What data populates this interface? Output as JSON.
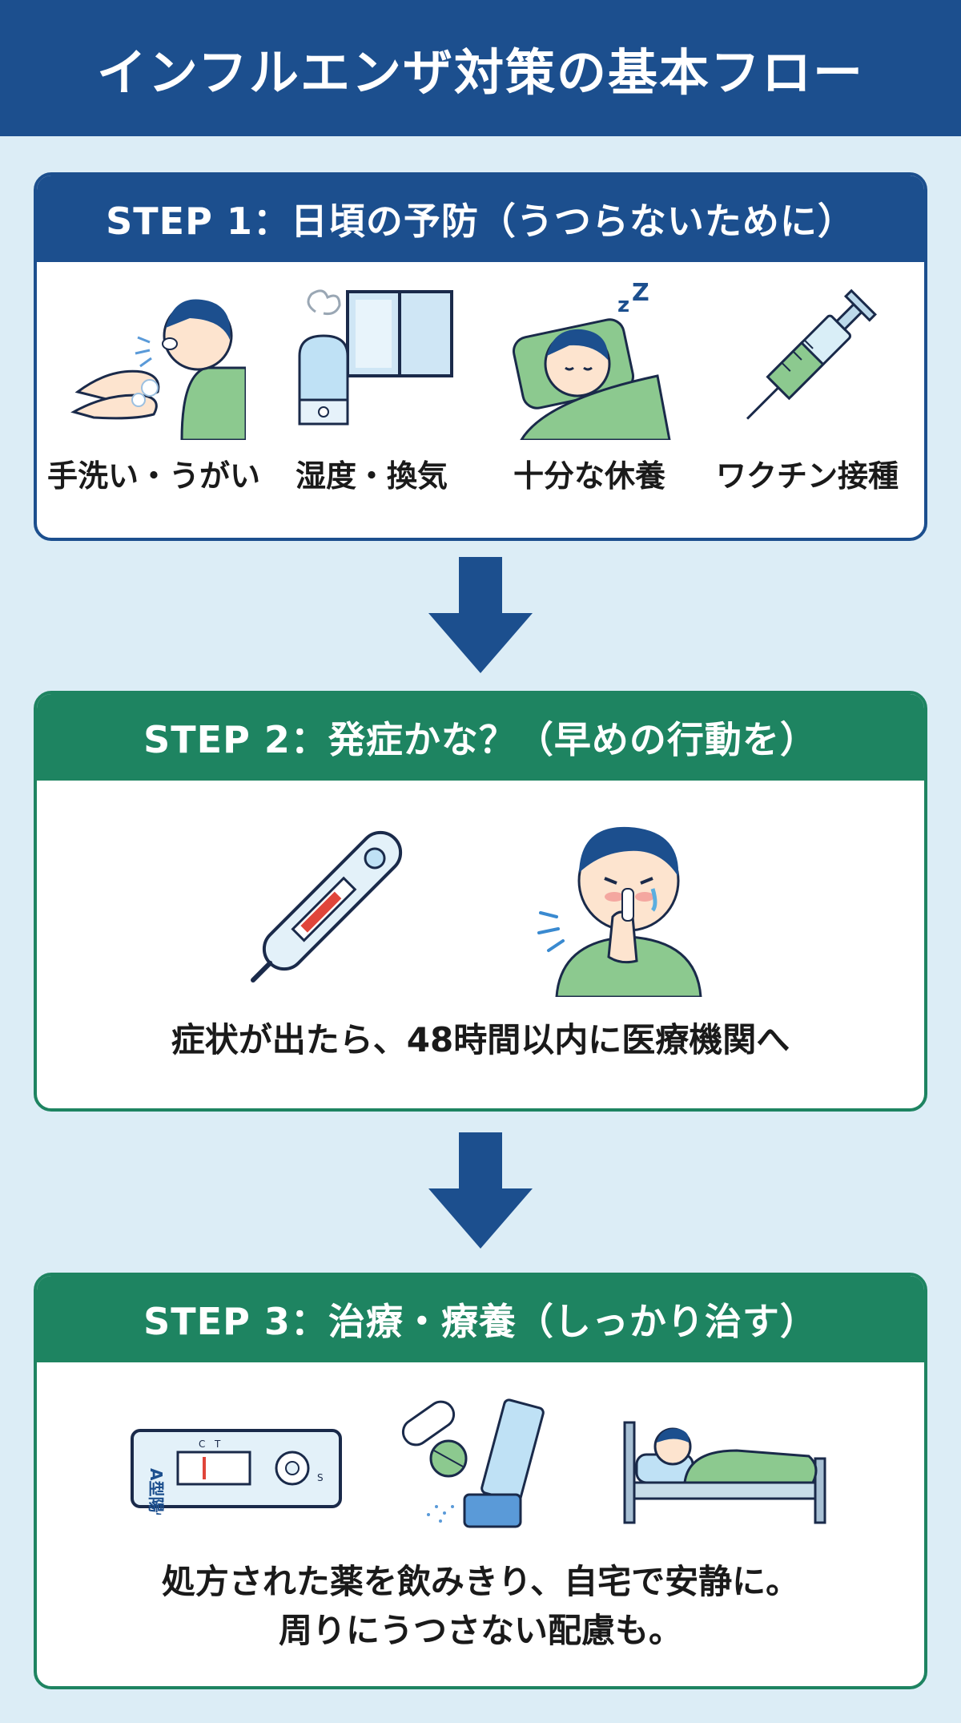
{
  "title": "インフルエンザ対策の基本フロー",
  "steps": [
    {
      "heading": "STEP 1：日頃の予防（うつらないために）",
      "items": [
        {
          "label": "手洗い・うがい",
          "icon": "handwash-gargle-icon"
        },
        {
          "label": "湿度・換気",
          "icon": "humidifier-window-icon"
        },
        {
          "label": "十分な休養",
          "icon": "sleeping-person-icon"
        },
        {
          "label": "ワクチン接種",
          "icon": "syringe-icon"
        }
      ]
    },
    {
      "heading": "STEP 2：発症かな？（早めの行動を）",
      "icons": [
        "thermometer-icon",
        "sick-person-icon"
      ],
      "message": "症状が出たら、48時間以内に医療機関へ"
    },
    {
      "heading": "STEP 3：治療・療養（しっかり治す）",
      "test_kit_text": "A型陽性",
      "test_kit_marks": [
        "C",
        "T",
        "S"
      ],
      "icons": [
        "test-kit-icon",
        "medicine-inhaler-icon",
        "bed-rest-icon"
      ],
      "message_line1": "処方された薬を飲みきり、自宅で安静に。",
      "message_line2": "周りにうつさない配慮も。"
    }
  ],
  "colors": {
    "header": "#1c4f8e",
    "step1": "#1c4f8e",
    "step2": "#1e8461",
    "step3": "#1e8461",
    "background": "#dcedf6"
  }
}
